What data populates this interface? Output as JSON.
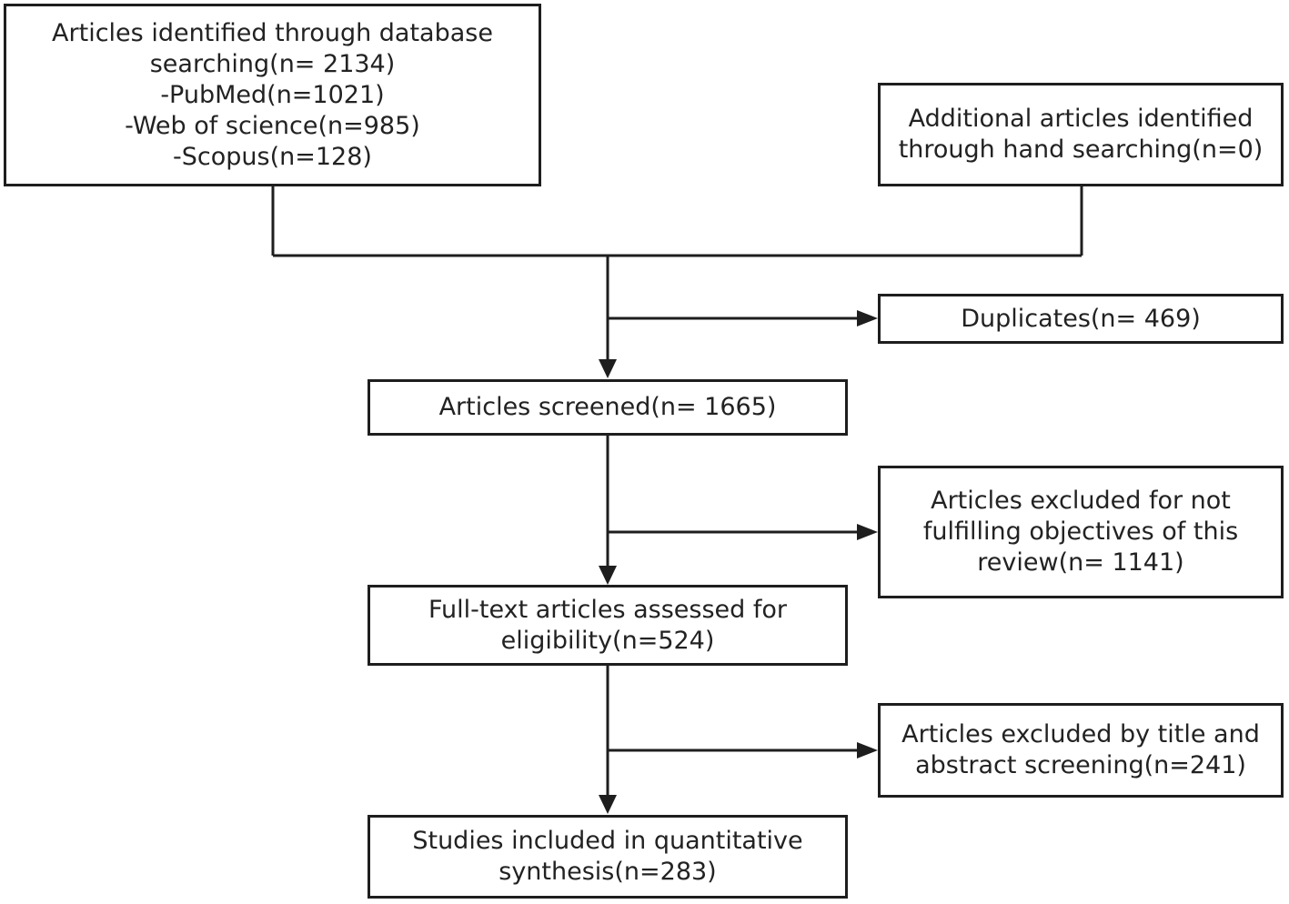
{
  "diagram": {
    "stroke_color": "#1e1e1e",
    "text_color": "#222222",
    "boxes": {
      "database_search": {
        "lines": [
          "Articles identified through database",
          "searching(n= 2134)",
          "-PubMed(n=1021)",
          "-Web of science(n=985)",
          "-Scopus(n=128)"
        ]
      },
      "hand_search": {
        "lines": [
          "Additional articles identified",
          "through hand searching(n=0)"
        ]
      },
      "duplicates": {
        "lines": [
          "Duplicates(n= 469)"
        ]
      },
      "screened": {
        "lines": [
          "Articles screened(n= 1665)"
        ]
      },
      "excluded_objectives": {
        "lines": [
          "Articles excluded for not",
          "fulfilling objectives of this",
          "review(n= 1141)"
        ]
      },
      "full_text": {
        "lines": [
          "Full-text articles assessed for",
          "eligibility(n=524)"
        ]
      },
      "excluded_title_abstract": {
        "lines": [
          "Articles excluded by title and",
          "abstract screening(n=241)"
        ]
      },
      "included": {
        "lines": [
          "Studies included in quantitative",
          "synthesis(n=283)"
        ]
      }
    }
  }
}
